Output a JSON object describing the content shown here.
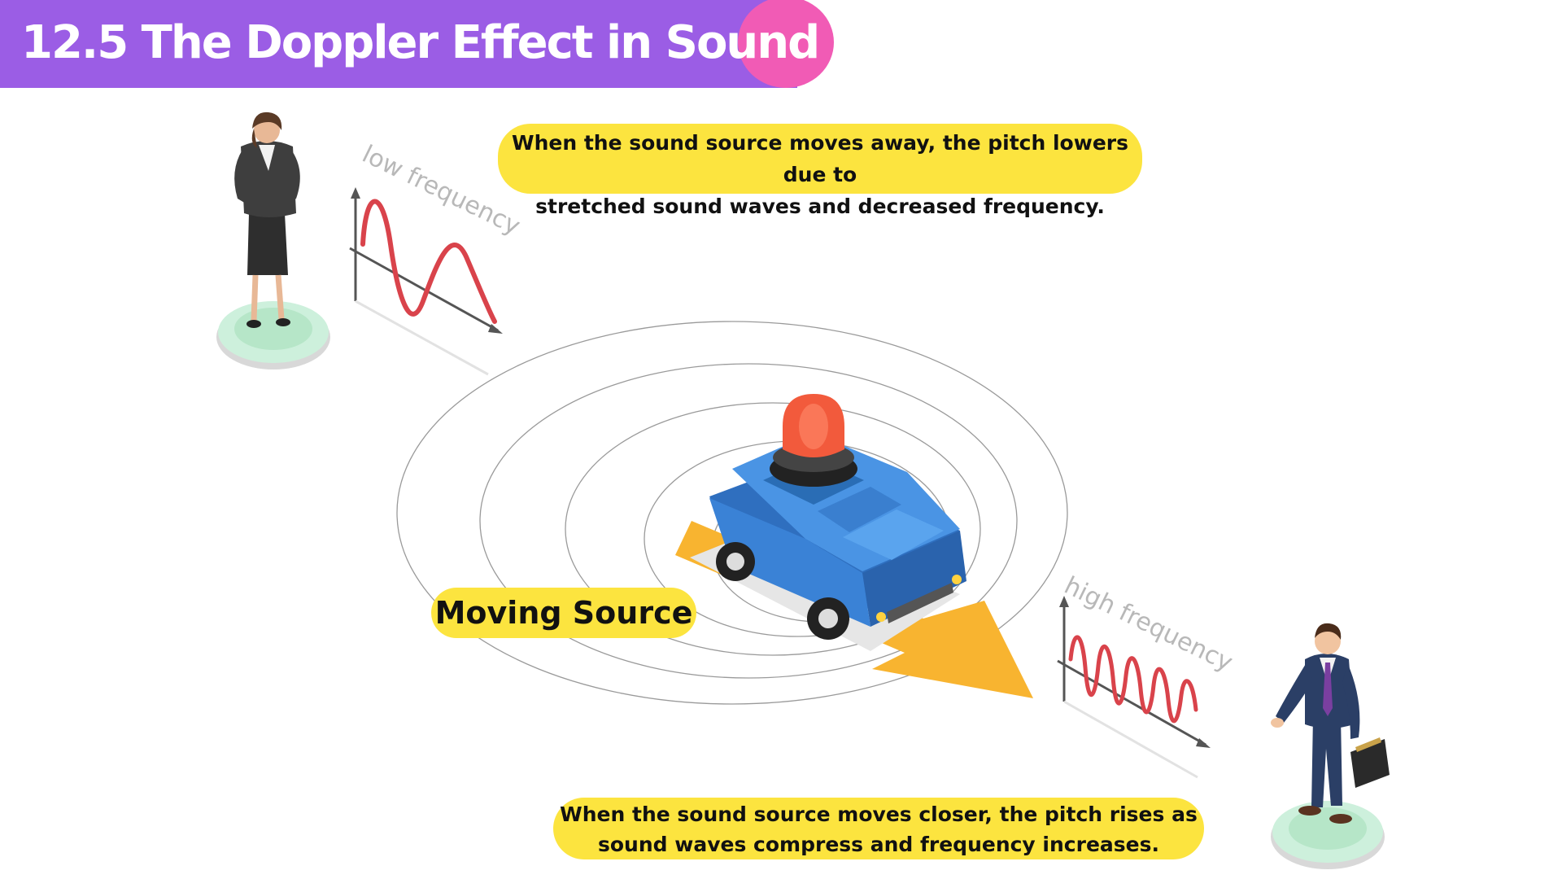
{
  "header": {
    "title": "12.5 The Doppler Effect in Sound",
    "bar_color": "#9b5de5",
    "accent_circle_color": "#f15bb5"
  },
  "callouts": {
    "away": {
      "line1": "When the sound source moves away, the pitch lowers due to",
      "line2": "stretched sound waves and decreased frequency."
    },
    "closer": {
      "line1": "When the sound source moves closer, the pitch rises as",
      "line2": "sound waves compress and frequency increases."
    },
    "source": "Moving Source",
    "color": "#fce43f"
  },
  "graphs": {
    "low": {
      "label": "low frequency"
    },
    "high": {
      "label": "high frequency"
    }
  },
  "figures": {
    "woman_icon": "businesswoman-figure",
    "man_icon": "businessman-with-briefcase-figure",
    "car_icon": "blue-car-with-siren",
    "arrow_icon": "direction-arrow",
    "wave_color": "#d9434b",
    "car_color": "#3b82d4",
    "siren_color": "#f25a3c",
    "arrow_color": "#f8b430"
  }
}
